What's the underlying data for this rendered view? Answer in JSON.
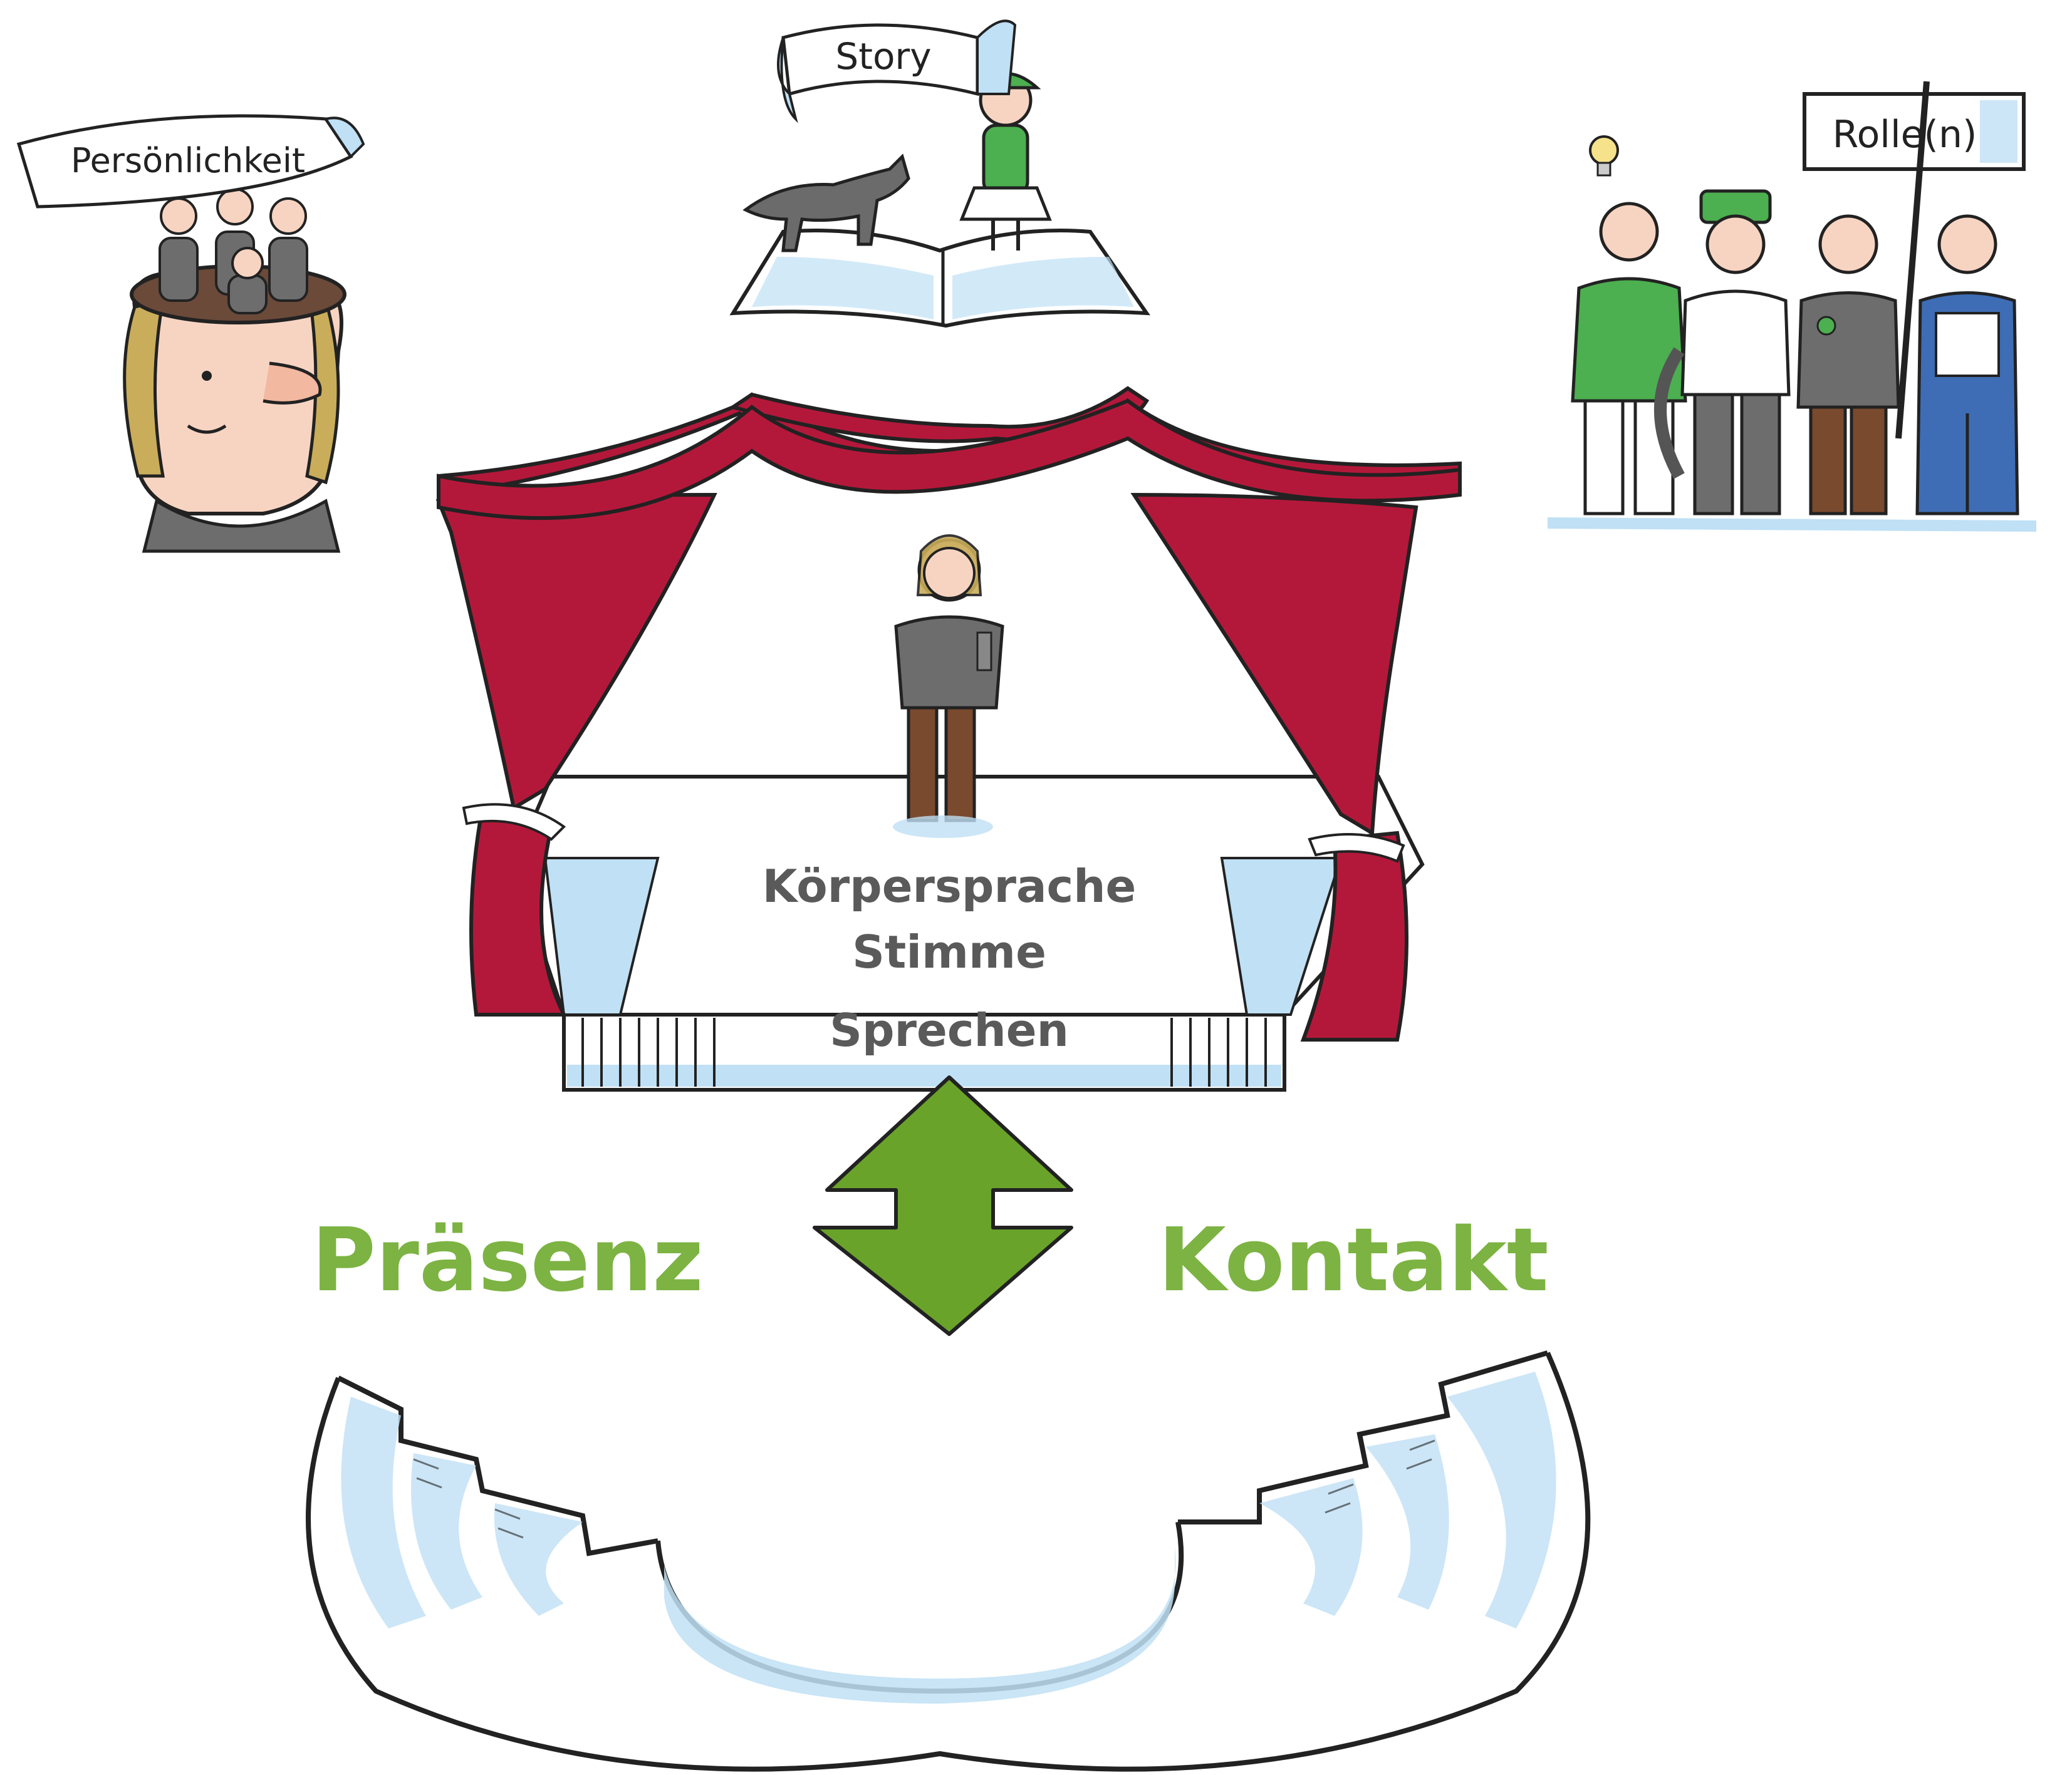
{
  "banners": {
    "personality": "Persönlichkeit",
    "story": "Story",
    "roles": "Rolle(n)"
  },
  "stage_text": {
    "line1": "Körpersprache",
    "line2": "Stimme",
    "line3": "Sprechen"
  },
  "labels": {
    "left": "Präsenz",
    "right": "Kontakt"
  },
  "colors": {
    "curtain": "#b3183a",
    "accent_green": "#7cb342",
    "arrow_green": "#6aa329",
    "light_blue": "#bfe0f5",
    "shirt_green": "#4caf50",
    "text_gray": "#5a5a5a"
  }
}
